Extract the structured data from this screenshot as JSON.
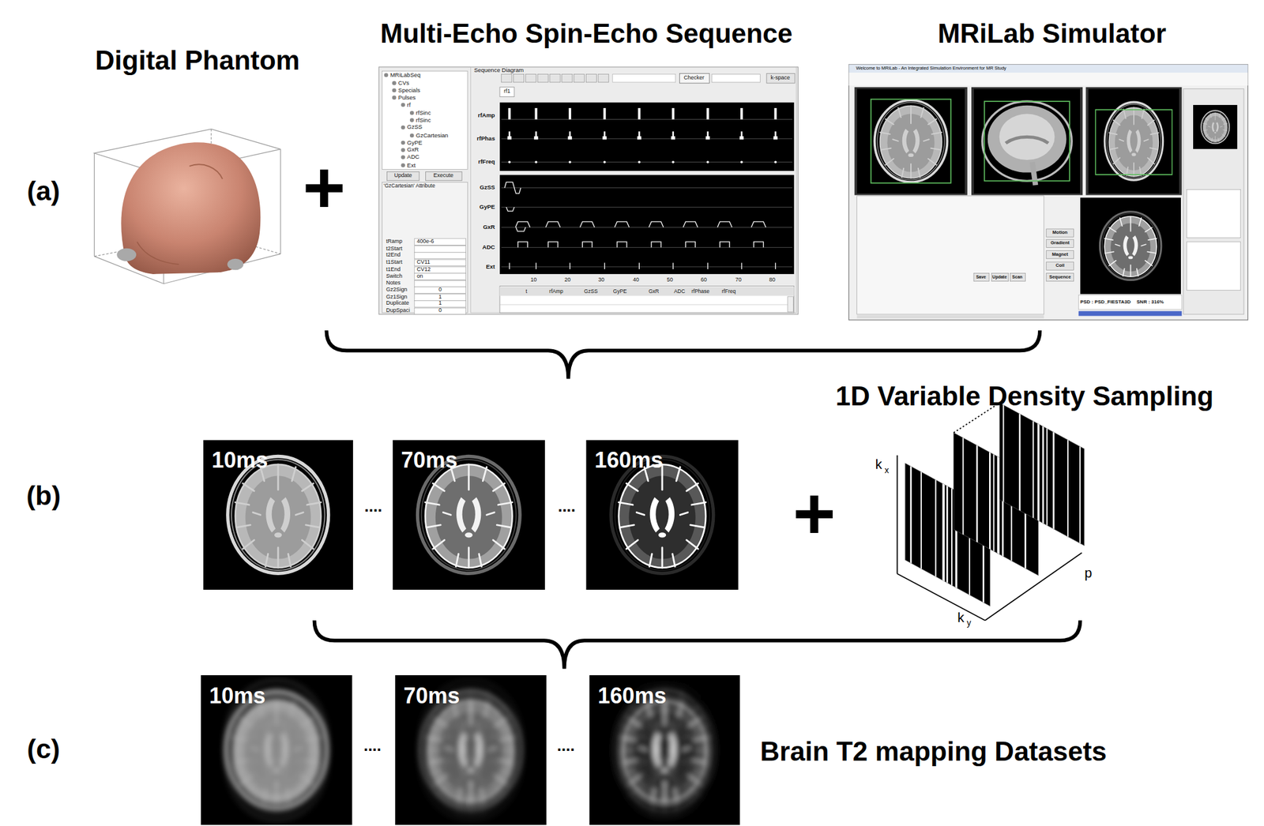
{
  "diagram": {
    "nodes": [
      {
        "text": [
          "Digital Phantom"
        ]
      },
      {
        "text": [
          "Multi-Echo Spin-Echo Sequence"
        ]
      },
      {
        "text": [
          "MRiLab Simulator"
        ]
      },
      {
        "text": [
          "1D Variable Density Sampling"
        ]
      },
      {
        "text": [
          "10ms"
        ]
      },
      {
        "text": [
          "70ms"
        ]
      },
      {
        "text": [
          "160ms"
        ]
      },
      {
        "text": [
          "10ms"
        ]
      },
      {
        "text": [
          "70ms"
        ]
      },
      {
        "text": [
          "160ms"
        ]
      }
    ],
    "labels": [
      "(a)",
      "+",
      "(b)",
      "....",
      "....",
      "+",
      "k",
      "x",
      "k",
      "y",
      "p",
      "(c)",
      "....",
      "....",
      "Brain T2 mapping Datasets",
      "MRiLabSeq",
      "CVs",
      "Specials",
      "Pulses",
      "rf",
      "rfSinc",
      "rfSinc",
      "GzSS",
      "GzCartesian",
      "GyPE",
      "GxR",
      "ADC",
      "Ext",
      "Update",
      "Execute",
      "'GzCartesian' Attribute",
      "tRamp",
      "t2Start",
      "t2End",
      "t1Start",
      "t1End",
      "Switch",
      "Notes",
      "Gz2Sign",
      "Gz1Sign",
      "Duplicate",
      "DupSpaci",
      "400e-6",
      "CV11",
      "CV12",
      "on",
      "0",
      "1",
      "1",
      "0",
      "Sequence Diagram",
      "Checker",
      "k-space",
      "rf1",
      "rfAmp",
      "rfPhas",
      "rfFreq",
      "GzSS",
      "GyPE",
      "GxR",
      "ADC",
      "Ext",
      "10",
      "20",
      "30",
      "40",
      "50",
      "60",
      "70",
      "80",
      "t",
      "rfAmp",
      "GzSS",
      "GyPE",
      "GxR",
      "ADC",
      "rfPhase",
      "rfFreq",
      "Welcome to MRiLab - An Integrated Simulation Environment for MR Study",
      "Motion",
      "Gradient",
      "Magnet",
      "Coil",
      "Sequence",
      "Save",
      "Update",
      "Scan",
      "PSD : PSD_FIESTA3D",
      "SNR : 316%"
    ]
  }
}
